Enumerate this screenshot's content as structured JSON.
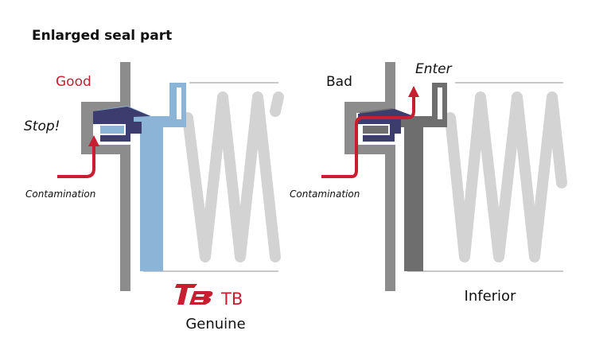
{
  "title": "Enlarged seal part",
  "left": {
    "status": "Good",
    "action": "Stop!",
    "contamination_label": "Contamination",
    "brand_name": "TB",
    "caption": "Genuine"
  },
  "right": {
    "status": "Bad",
    "action": "Enter",
    "contamination_label": "Contamination",
    "caption": "Inferior"
  },
  "colors": {
    "housing": "#8c8c8c",
    "genuine_seal": "#8cb4d7",
    "seal_lip": "#3c3c6e",
    "inferior_seal": "#6e6e6e",
    "spring": "#d2d2d2",
    "contamination_arrow": "#c81e32",
    "good_text": "#c81e32"
  }
}
